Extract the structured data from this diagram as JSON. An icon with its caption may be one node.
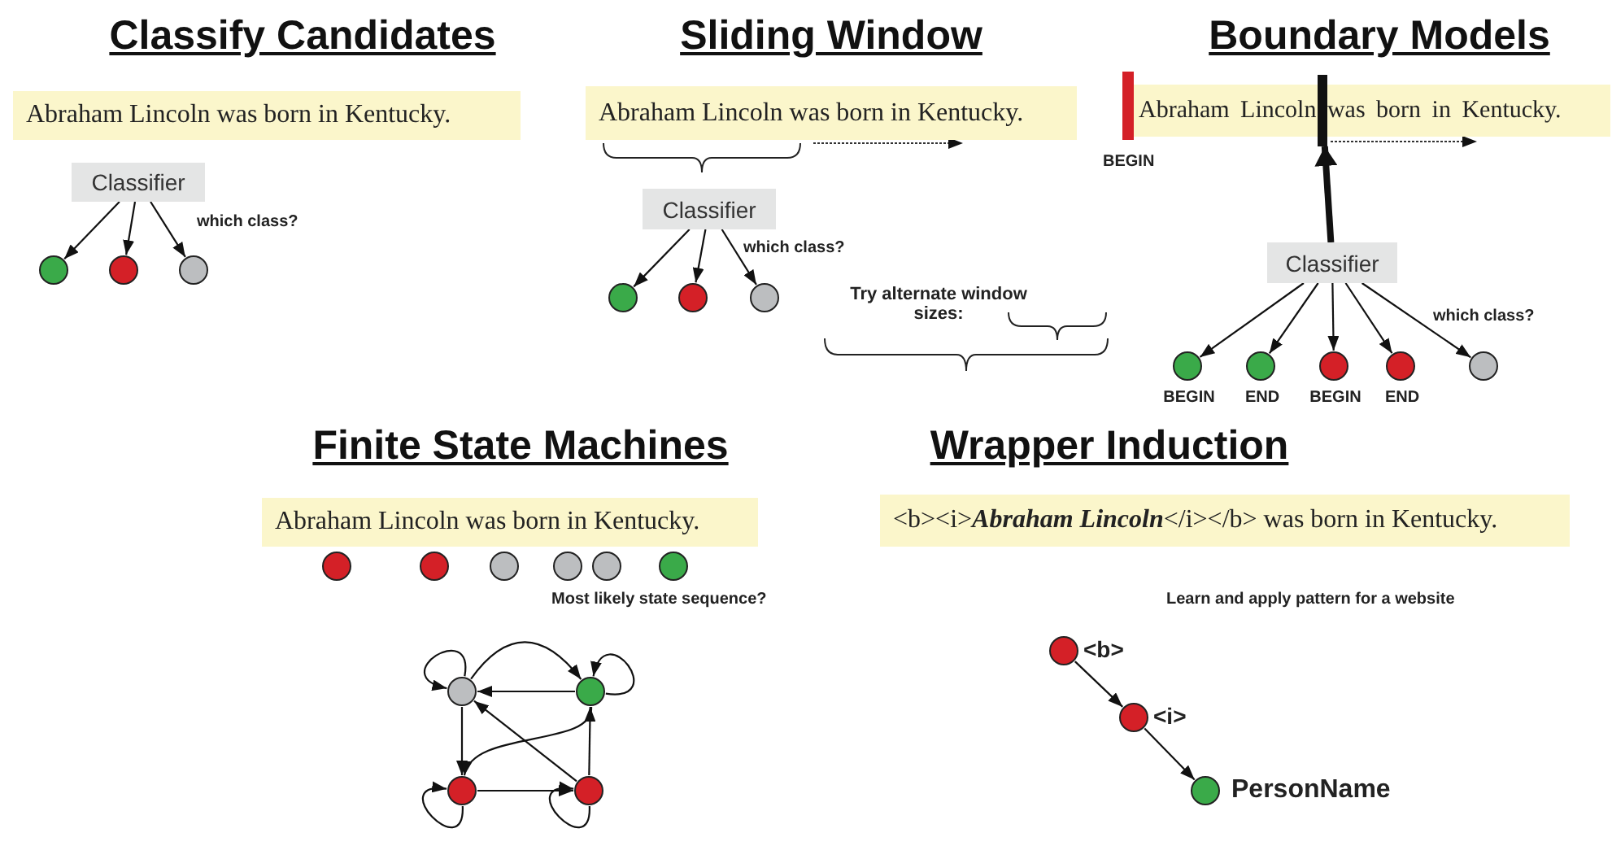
{
  "diagram": {
    "nodes": [
      {
        "text": [
          "Abraham Lincoln was born in Kentucky."
        ]
      },
      {
        "text": [
          "Classifier"
        ]
      },
      {
        "text": [],
        "shape": "circle"
      },
      {
        "text": [],
        "shape": "circle"
      },
      {
        "text": [],
        "shape": "circle"
      },
      {
        "text": [
          "Abraham Lincoln was born in Kentucky."
        ]
      },
      {
        "text": [
          "Classifier"
        ]
      },
      {
        "text": [],
        "shape": "circle"
      },
      {
        "text": [],
        "shape": "circle"
      },
      {
        "text": [],
        "shape": "circle"
      },
      {
        "text": [
          "Abraham Lincoln was born in Kentucky."
        ]
      },
      {
        "text": [],
        "shape": "bar",
        "beside": [
          "BEGIN"
        ]
      },
      {
        "text": [],
        "shape": "bar"
      },
      {
        "text": [
          "Classifier"
        ]
      },
      {
        "text": [],
        "shape": "circle",
        "beside": [
          "BEGIN"
        ]
      },
      {
        "text": [],
        "shape": "circle",
        "beside": [
          "END"
        ]
      },
      {
        "text": [],
        "shape": "circle",
        "beside": [
          "BEGIN"
        ]
      },
      {
        "text": [],
        "shape": "circle",
        "beside": [
          "END"
        ]
      },
      {
        "text": [],
        "shape": "circle"
      },
      {
        "text": [
          "Abraham Lincoln was born in Kentucky."
        ]
      },
      {
        "text": [],
        "shape": "circle"
      },
      {
        "text": [],
        "shape": "circle"
      },
      {
        "text": [],
        "shape": "circle"
      },
      {
        "text": [],
        "shape": "circle"
      },
      {
        "text": [],
        "shape": "circle"
      },
      {
        "text": [],
        "shape": "circle"
      },
      {
        "text": [],
        "shape": "circle"
      },
      {
        "text": [],
        "shape": "circle"
      },
      {
        "text": [],
        "shape": "circle"
      },
      {
        "text": [],
        "shape": "circle"
      },
      {
        "text": [
          "<b><i>**Abraham Lincoln**</i></b> was born in Kentucky."
        ]
      },
      {
        "text": [],
        "shape": "circle",
        "beside": [
          "<b>"
        ]
      },
      {
        "text": [],
        "shape": "circle",
        "beside": [
          "<i>"
        ]
      },
      {
        "text": [],
        "shape": "circle",
        "beside": [
          "PersonName"
        ]
      }
    ],
    "edges": [
      {
        "from": 1,
        "to": 2,
        "arrow": "to"
      },
      {
        "from": 1,
        "to": 3,
        "arrow": "to"
      },
      {
        "from": 1,
        "to": 4,
        "arrow": "to"
      },
      {
        "from": 6,
        "to": 7,
        "arrow": "to"
      },
      {
        "from": 6,
        "to": 8,
        "arrow": "to"
      },
      {
        "from": 6,
        "to": 9,
        "arrow": "to"
      },
      {
        "from": 13,
        "to": 12,
        "arrow": "to",
        "style": "thick"
      },
      {
        "from": 13,
        "to": 14,
        "arrow": "to"
      },
      {
        "from": 13,
        "to": 15,
        "arrow": "to"
      },
      {
        "from": 13,
        "to": 16,
        "arrow": "to"
      },
      {
        "from": 13,
        "to": 17,
        "arrow": "to"
      },
      {
        "from": 13,
        "to": 18,
        "arrow": "to"
      },
      {
        "from": 26,
        "to": 26,
        "arrow": "to"
      },
      {
        "from": 26,
        "to": 27,
        "arrow": "to"
      },
      {
        "from": 27,
        "to": 27,
        "arrow": "to"
      },
      {
        "from": 27,
        "to": 26,
        "arrow": "to"
      },
      {
        "from": 26,
        "to": 28,
        "arrow": "to"
      },
      {
        "from": 27,
        "to": 28,
        "arrow": "to"
      },
      {
        "from": 28,
        "to": 28,
        "arrow": "to"
      },
      {
        "from": 28,
        "to": 29,
        "arrow": "to"
      },
      {
        "from": 29,
        "to": 29,
        "arrow": "to"
      },
      {
        "from": 29,
        "to": 27,
        "arrow": "to"
      },
      {
        "from": 29,
        "to": 26,
        "arrow": "to"
      },
      {
        "from": 31,
        "to": 32,
        "arrow": "to"
      },
      {
        "from": 32,
        "to": 33,
        "arrow": "to"
      }
    ],
    "labels": [
      "Classify Candidates",
      "Sliding Window",
      "Boundary Models",
      "which class?",
      "which class?",
      "Try alternate window sizes:",
      "which class?",
      "Finite State Machines",
      "Wrapper Induction",
      "Most likely state sequence?",
      "Learn and apply pattern for a website"
    ]
  }
}
